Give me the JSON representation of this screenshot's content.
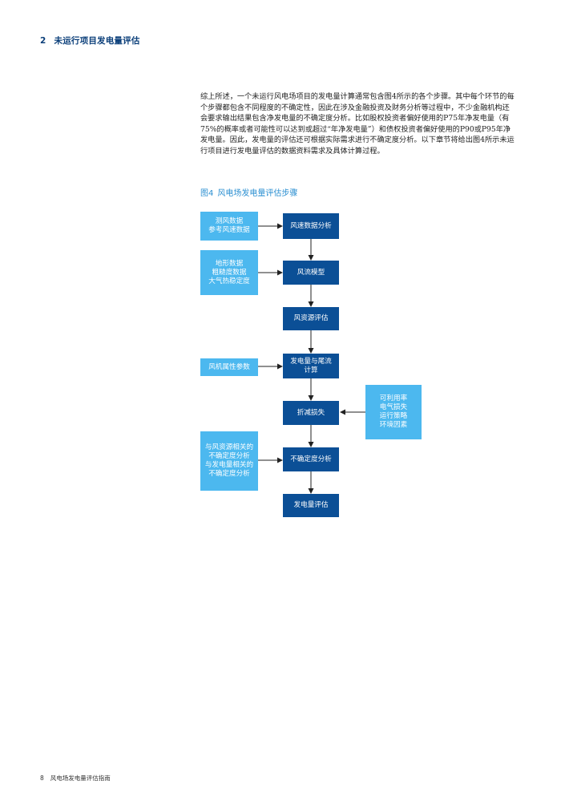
{
  "header": {
    "section_number": "2",
    "section_title": "未运行项目发电量评估"
  },
  "body": {
    "paragraph": "综上所述，一个未运行风电场项目的发电量计算通常包含图4所示的各个步骤。其中每个环节的每个步骤都包含不同程度的不确定性，因此在涉及金融投资及财务分析等过程中，不少金融机构还会要求输出结果包含净发电量的不确定度分析。比如股权投资者偏好使用的P75年净发电量（有75%的概率或者可能性可以达到或超过“年净发电量”）和债权投资者偏好使用的P90或P95年净发电量。因此，发电量的评估还可根据实际需求进行不确定度分析。以下章节将给出图4所示未运行项目进行发电量评估的数据资料需求及具体计算过程。"
  },
  "figure": {
    "caption_number": "图4",
    "caption_title": "风电场发电量评估步骤",
    "main_steps": {
      "wind_data_analysis": "风速数据分析",
      "flow_model": "风流模型",
      "wind_resource": "风资源评估",
      "energy_wake": [
        "发电量与尾流",
        "计算"
      ],
      "losses": "折减损失",
      "uncertainty": "不确定度分析",
      "energy_assessment": "发电量评估"
    },
    "inputs": {
      "wind_data": [
        "测风数据",
        "参考风速数据"
      ],
      "terrain": [
        "地形数据",
        "粗糙度数据",
        "大气热稳定度"
      ],
      "turbine": "风机属性参数",
      "loss_factors": [
        "可利用率",
        "电气损失",
        "运行策略",
        "环境因素"
      ],
      "uncertainty_inputs": [
        "与风资源相关的",
        "不确定度分析",
        "与发电量相关的",
        "不确定度分析"
      ]
    },
    "colors": {
      "main_box": "#0b4f96",
      "input_box": "#4cb8ef",
      "arrow": "#222222"
    }
  },
  "footer": {
    "page_number": "8",
    "doc_title": "风电场发电量评估指南"
  }
}
